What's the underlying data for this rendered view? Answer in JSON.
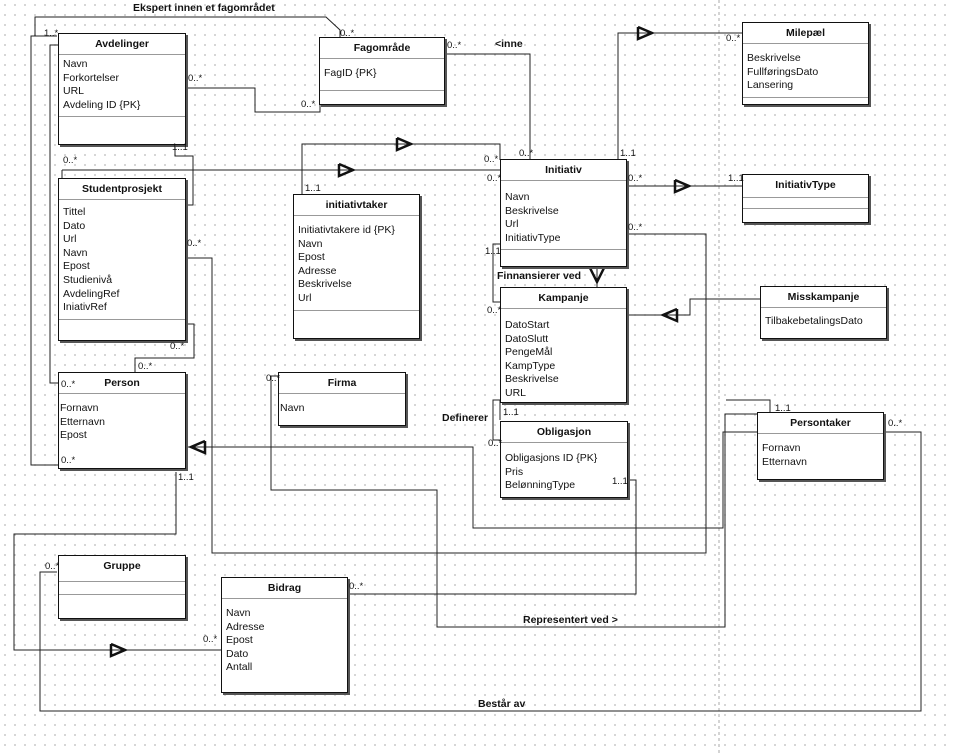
{
  "classes": {
    "avdelinger": {
      "name": "Avdelinger",
      "attrs": [
        "Navn",
        "Forkortelser",
        "URL",
        "Avdeling ID {PK}"
      ]
    },
    "fagomrade": {
      "name": "Fagområde",
      "attrs": [
        "FagID {PK}"
      ]
    },
    "milepael": {
      "name": "Milepæl",
      "attrs": [
        "Beskrivelse",
        "FullføringsDato",
        "Lansering"
      ]
    },
    "initiativ": {
      "name": "Initiativ",
      "attrs": [
        "Navn",
        "Beskrivelse",
        "Url",
        "InitiativType"
      ]
    },
    "initiativtype": {
      "name": "InitiativType",
      "attrs": []
    },
    "studentprosjekt": {
      "name": "Studentprosjekt",
      "attrs": [
        "Tittel",
        "Dato",
        "Url",
        "Navn",
        "Epost",
        "Studienivå",
        "AvdelingRef",
        "IniativRef"
      ]
    },
    "initiativtaker": {
      "name": "initiativtaker",
      "attrs": [
        "Initiativtakere id {PK}",
        "Navn",
        "Epost",
        "Adresse",
        "Beskrivelse",
        "Url"
      ]
    },
    "kampanje": {
      "name": "Kampanje",
      "attrs": [
        "DatoStart",
        "DatoSlutt",
        "PengeMål",
        "KampType",
        "Beskrivelse",
        "URL"
      ]
    },
    "misskampanje": {
      "name": "Misskampanje",
      "attrs": [
        "TilbakebetalingsDato"
      ]
    },
    "person": {
      "name": "Person",
      "attrs": [
        "Fornavn",
        "Etternavn",
        "Epost"
      ]
    },
    "firma": {
      "name": "Firma",
      "attrs": [
        "Navn"
      ]
    },
    "obligasjon": {
      "name": "Obligasjon",
      "attrs": [
        "Obligasjons ID {PK}",
        "Pris",
        "BelønningType"
      ]
    },
    "persontaker": {
      "name": "Persontaker",
      "attrs": [
        "Fornavn",
        "Etternavn"
      ]
    },
    "gruppe": {
      "name": "Gruppe",
      "attrs": []
    },
    "bidrag": {
      "name": "Bidrag",
      "attrs": [
        "Navn",
        "Adresse",
        "Epost",
        "Dato",
        "Antall"
      ]
    }
  },
  "associations": {
    "ekspert": "Ekspert innen et fagområdet",
    "inne": "<inne",
    "finansierer": "Finnansierer ved",
    "definerer": "Definerer",
    "representert": "Representert ved >",
    "bestar": "Består av"
  },
  "multiplicities": {
    "m1": "1..*",
    "m2": "0..*",
    "m3": "0..*",
    "m4": "0..*",
    "m5": "0..*",
    "m6": "0..*",
    "m7": "1..1",
    "m8": "0..*",
    "m9": "1..1",
    "m10": "0..*",
    "m11": "0..*",
    "m12": "0..*",
    "m13": "1..1",
    "m14": "0..*",
    "m15": "1..1",
    "m16": "0..*",
    "m17": "0..*",
    "m18": "0..*",
    "m19": "0..*",
    "m20": "0..*",
    "m21": "0..*",
    "m22": "1..1",
    "m23": "0..*",
    "m24": "1..1",
    "m25": "1..1",
    "m26": "1..1",
    "m27": "0..*",
    "m28": "0..*",
    "m29": "0..*",
    "m30": "0..*",
    "m31": "1..1",
    "m32": "0..*"
  }
}
